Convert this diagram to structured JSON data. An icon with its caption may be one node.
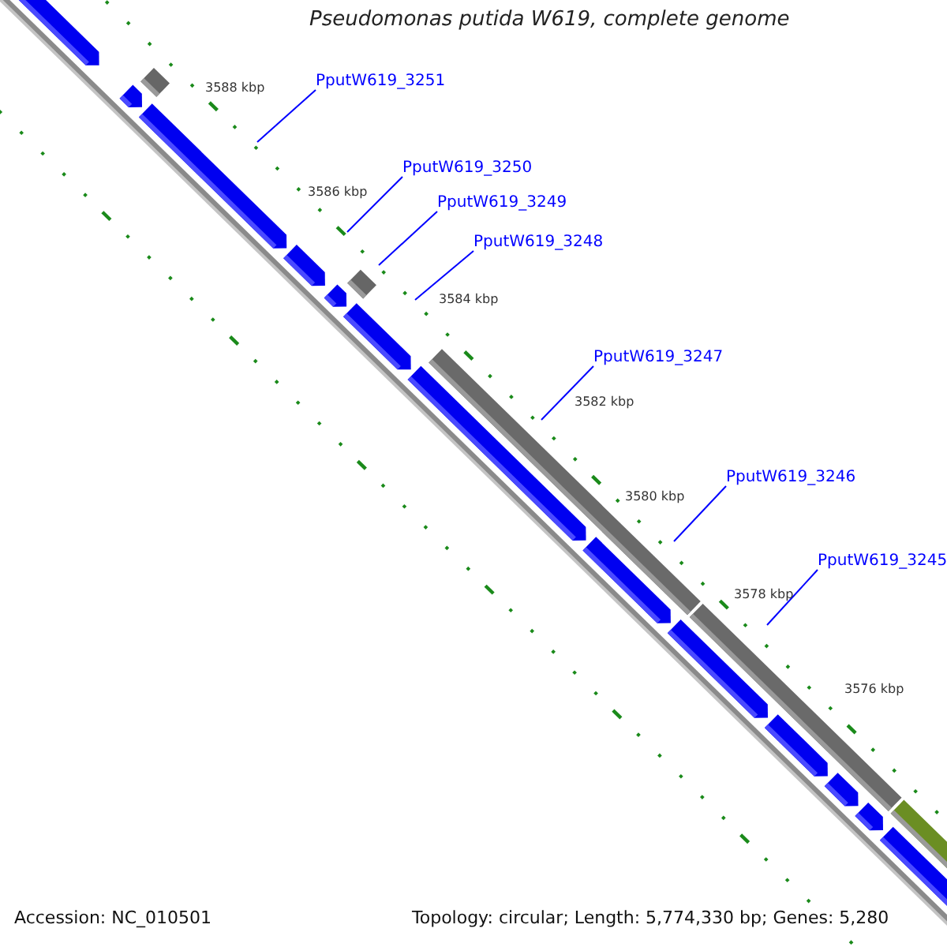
{
  "diagram": {
    "title": "Pseudomonas putida W619, complete genome",
    "nodes": [
      {
        "text": [
          "PputW619_3251"
        ]
      },
      {
        "text": [
          "PputW619_3250"
        ]
      },
      {
        "text": [
          "PputW619_3249"
        ]
      },
      {
        "text": [
          "PputW619_3248"
        ]
      },
      {
        "text": [
          "PputW619_3247"
        ]
      },
      {
        "text": [
          "PputW619_3246"
        ]
      },
      {
        "text": [
          "PputW619_3245"
        ]
      }
    ],
    "edges": [
      {
        "from": 0,
        "to": null,
        "arrow": "none"
      },
      {
        "from": 1,
        "to": null,
        "arrow": "none"
      },
      {
        "from": 2,
        "to": null,
        "arrow": "none"
      },
      {
        "from": 3,
        "to": null,
        "arrow": "none"
      },
      {
        "from": 4,
        "to": null,
        "arrow": "none"
      },
      {
        "from": 5,
        "to": null,
        "arrow": "none"
      },
      {
        "from": 6,
        "to": null,
        "arrow": "none"
      }
    ],
    "labels": [
      "3588 kbp",
      "3586 kbp",
      "3584 kbp",
      "3582 kbp",
      "3580 kbp",
      "3578 kbp",
      "3576 kbp",
      "Accession: NC_010501",
      "Topology: circular; Length: 5,774,330 bp; Genes: 5,280"
    ]
  }
}
